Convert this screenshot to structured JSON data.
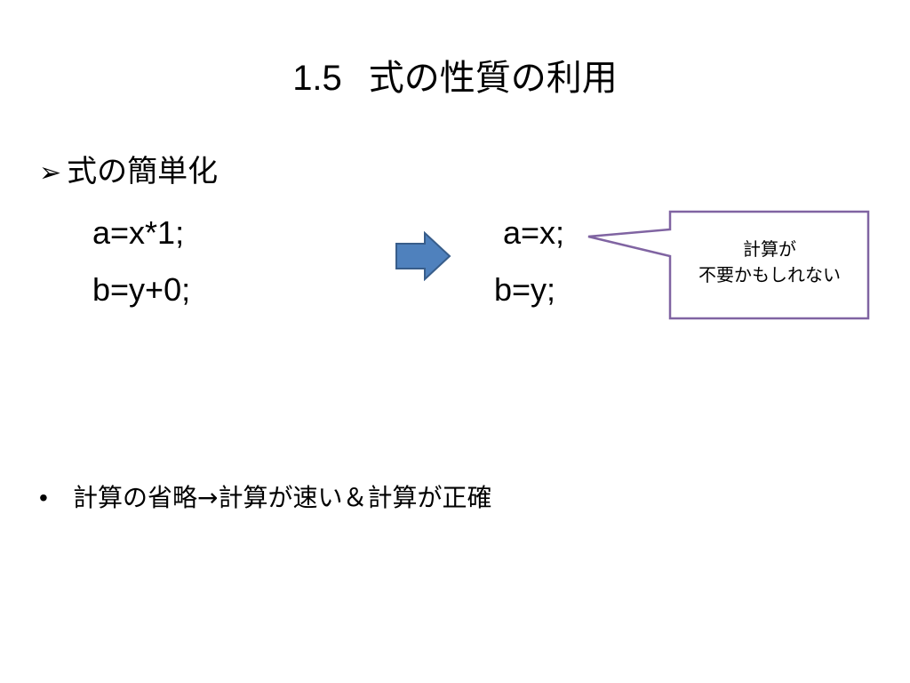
{
  "slide": {
    "title": {
      "number": "1.5",
      "text": "式の性質の利用"
    },
    "heading": {
      "bullet": "➢",
      "text": "式の簡単化"
    },
    "code_before": [
      "a=x*1;",
      "b=y+0;"
    ],
    "code_after": [
      "a=x;",
      "b=y;"
    ],
    "arrow_icon": "right-arrow-icon",
    "callout": {
      "lines": [
        "計算が",
        "不要かもしれない"
      ]
    },
    "bottom_bullet": {
      "bullet": "•",
      "text": "計算の省略→計算が速い＆計算が正確"
    }
  },
  "colors": {
    "arrow_fill": "#4f81bd",
    "arrow_stroke": "#385d8a",
    "callout_border": "#8064a2"
  }
}
